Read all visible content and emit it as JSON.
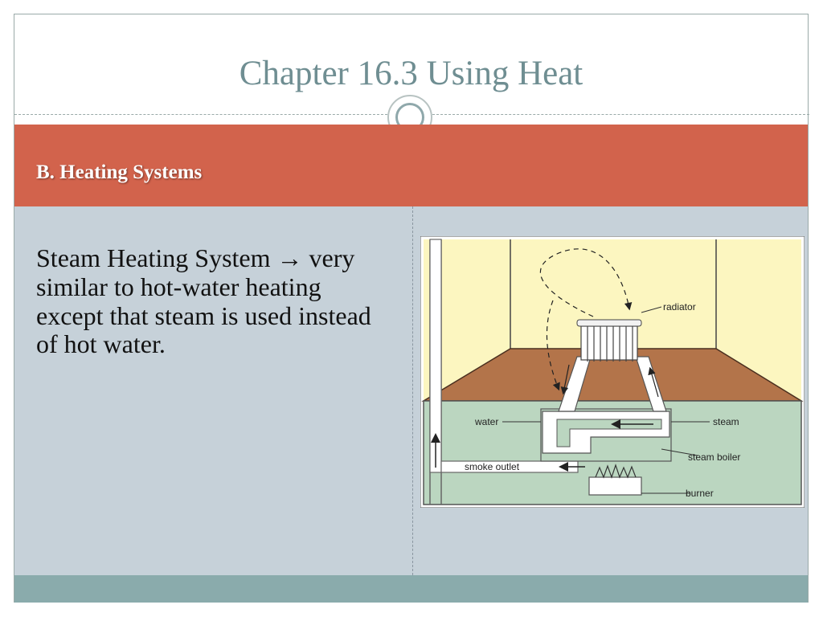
{
  "slide": {
    "title": "Chapter 16.3 Using Heat",
    "section_heading": "B. Heating Systems",
    "body_text_lead": "Steam Heating System ",
    "body_arrow": "→",
    "body_text_rest": " very similar to hot-water heating except that steam is used instead of hot water."
  },
  "diagram": {
    "labels": {
      "radiator": "radiator",
      "water": "water",
      "steam": "steam",
      "smoke_outlet": "smoke outlet",
      "steam_boiler": "steam boiler",
      "burner": "burner"
    },
    "colors": {
      "wall": "#fcf6c0",
      "floor": "#b3744a",
      "basement": "#bbd6c0",
      "accent": "#d2634c"
    }
  }
}
